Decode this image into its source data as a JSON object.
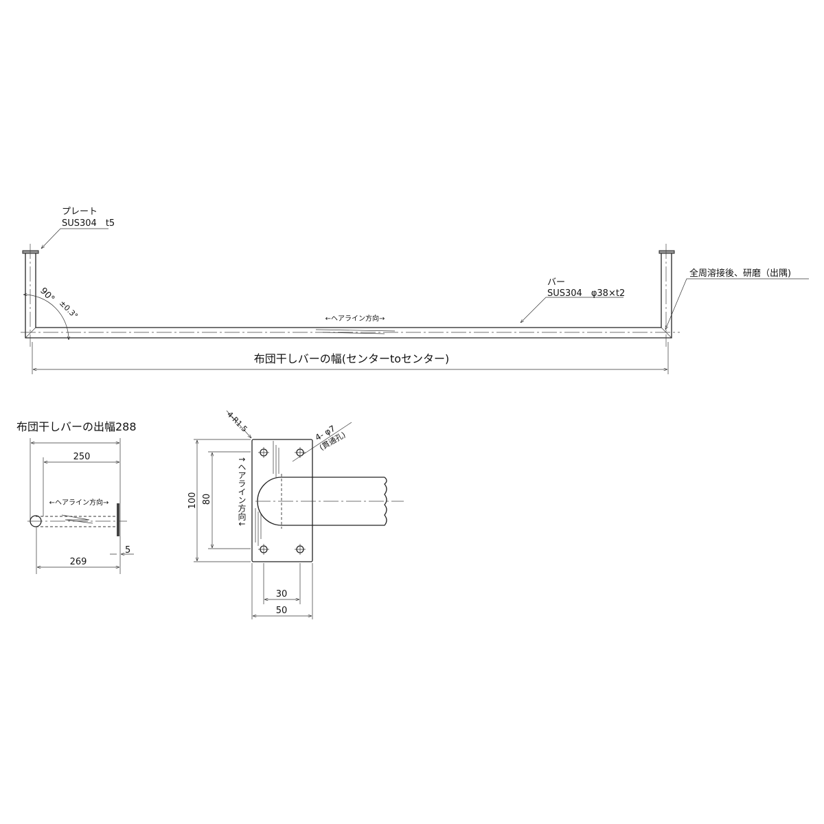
{
  "front_view": {
    "plate_label": "プレート",
    "plate_spec": "SUS304　t5",
    "angle": "90°",
    "angle_tolerance": "±0.3°",
    "hairline_direction": "←ヘアライン方向→",
    "bar_label": "バー",
    "bar_spec": "SUS304　φ38×t2",
    "weld_note": "全周溶接後、研磨（出隅)",
    "width_dimension": "布団干しバーの幅(センターtoセンター)"
  },
  "side_view": {
    "title": "布団干しバーの出幅288",
    "dim_250": "250",
    "dim_269": "269",
    "dim_5": "5",
    "hairline_direction": "←ヘアライン方向→"
  },
  "plate_view": {
    "corner_radius": "4-R1.5",
    "hole_spec": "4- φ7",
    "hole_note": "(貫通孔)",
    "dim_100": "100",
    "dim_80": "80",
    "dim_30": "30",
    "dim_50": "50",
    "hairline_direction": "↑ヘアライン方向↓"
  }
}
